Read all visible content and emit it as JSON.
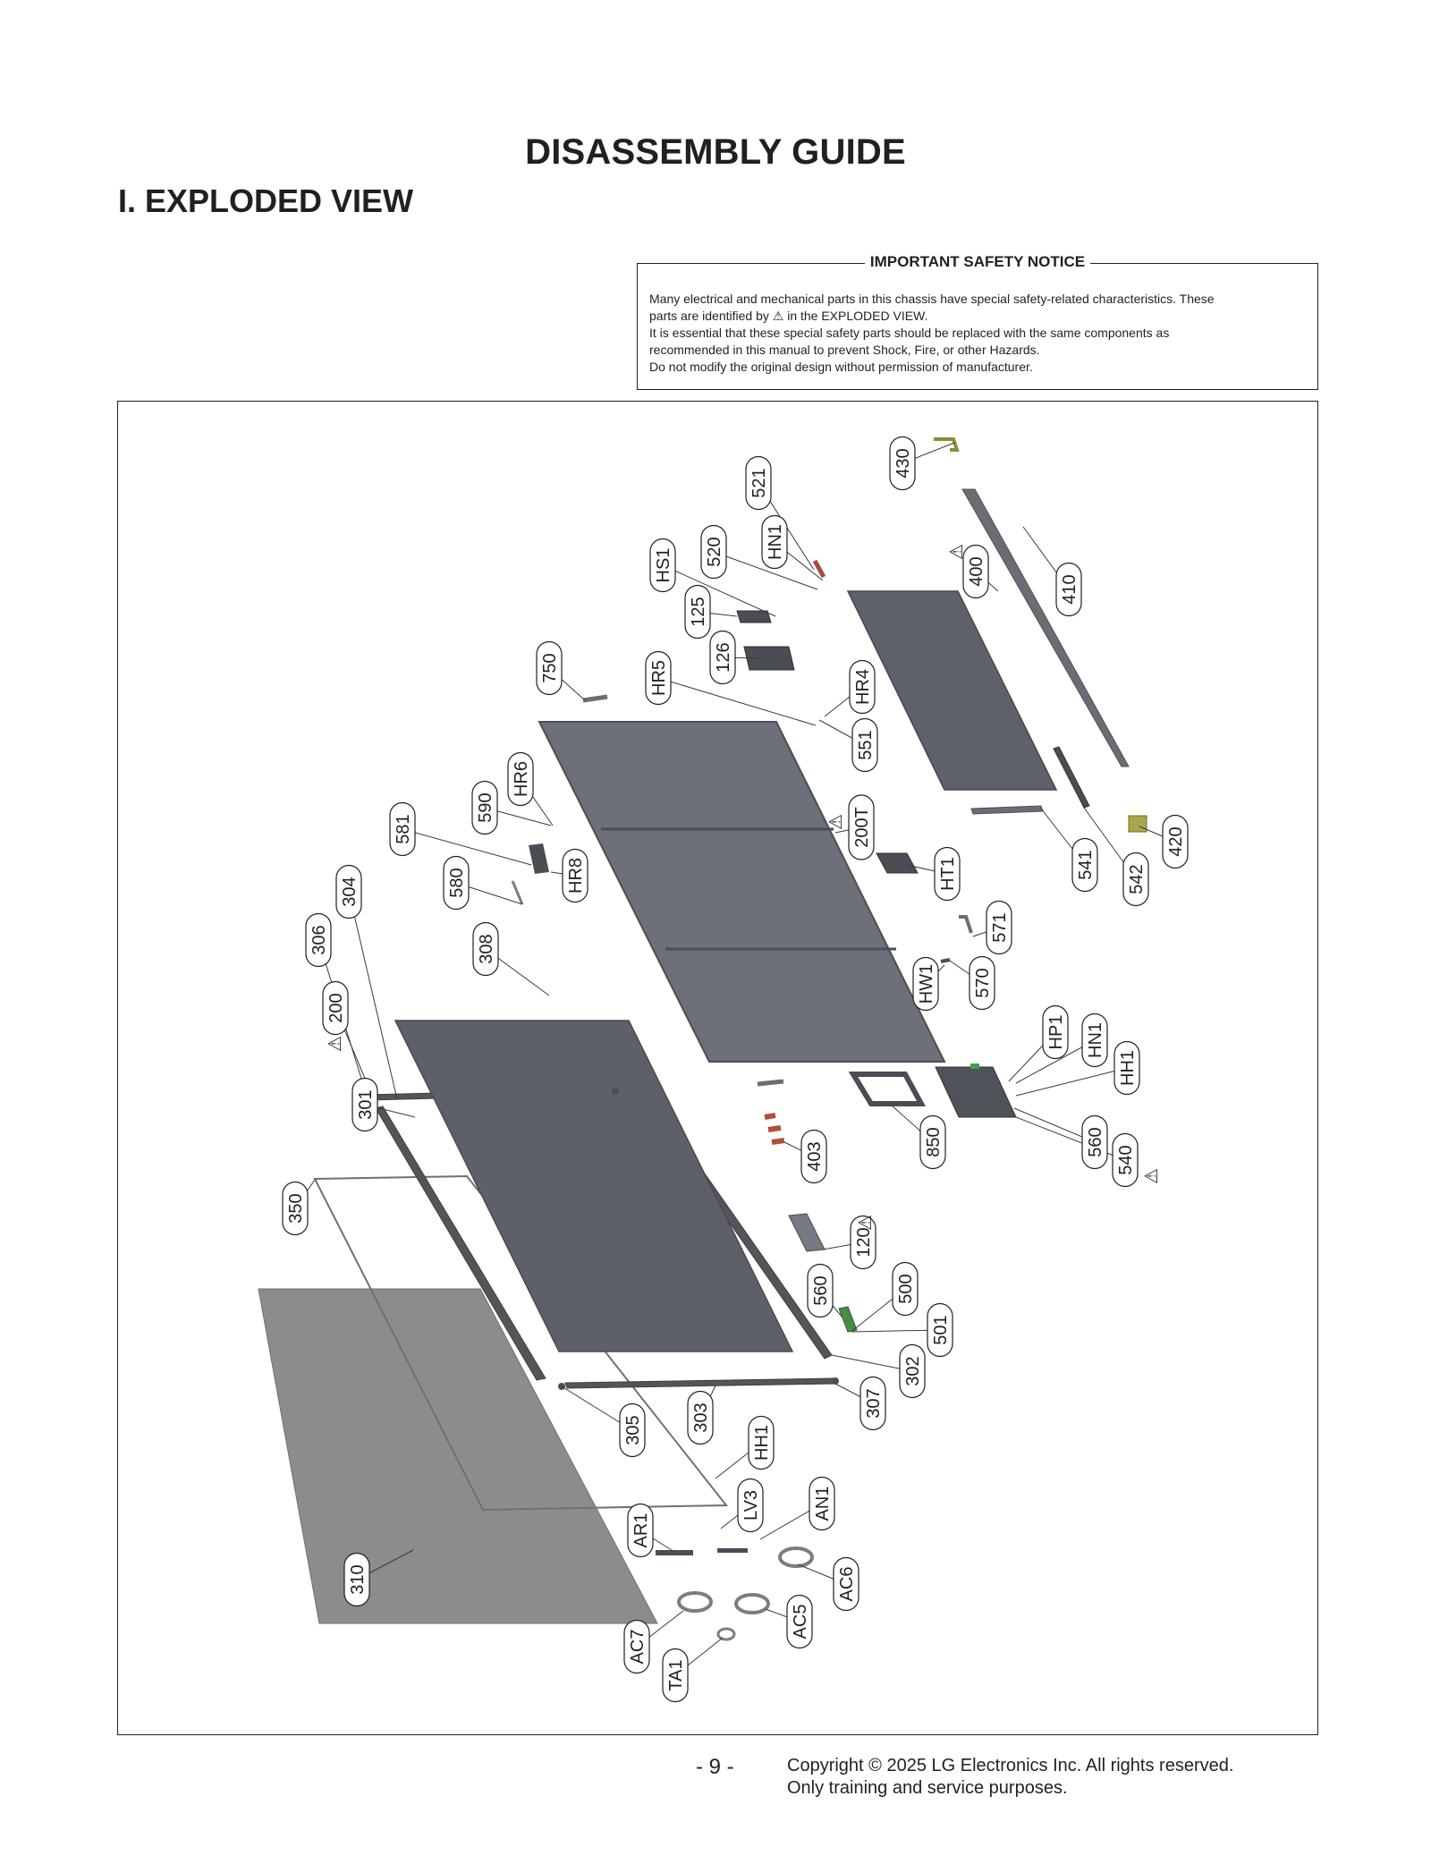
{
  "header": {
    "title": "DISASSEMBLY GUIDE",
    "section": "I. EXPLODED VIEW"
  },
  "notice": {
    "heading": "IMPORTANT SAFETY NOTICE",
    "line1": "Many electrical and mechanical parts in this chassis have special safety-related characteristics. These",
    "line2_pre": "parts are identified by",
    "warning_symbol": "⚠",
    "line2_post": "in the EXPLODED VIEW.",
    "line3": "It is essential that these special safety parts should be replaced with the same components as",
    "line4": "recommended in this manual to prevent Shock, Fire, or other Hazards.",
    "line5": "Do not modify the original design without permission of manufacturer."
  },
  "diagram": {
    "warning_symbol": "⚠",
    "part_labels": [
      "430",
      "521",
      "HN1",
      "520",
      "HS1",
      "125",
      "400",
      "410",
      "126",
      "750",
      "HR5",
      "HR4",
      "551",
      "HR6",
      "590",
      "581",
      "580",
      "HR8",
      "200T",
      "HT1",
      "541",
      "542",
      "420",
      "304",
      "306",
      "308",
      "571",
      "570",
      "HW1",
      "200",
      "HP1",
      "HN1",
      "HH1",
      "301",
      "403",
      "850",
      "560",
      "540",
      "350",
      "120",
      "560",
      "500",
      "501",
      "302",
      "307",
      "305",
      "303",
      "HH1",
      "LV3",
      "AN1",
      "AR1",
      "AC6",
      "310",
      "AC5",
      "AC7",
      "TA1"
    ]
  },
  "footer": {
    "page_number": "- 9 -",
    "copyright_line1": "Copyright © 2025 LG Electronics Inc. All rights reserved.",
    "copyright_line2": "Only training and service purposes."
  }
}
